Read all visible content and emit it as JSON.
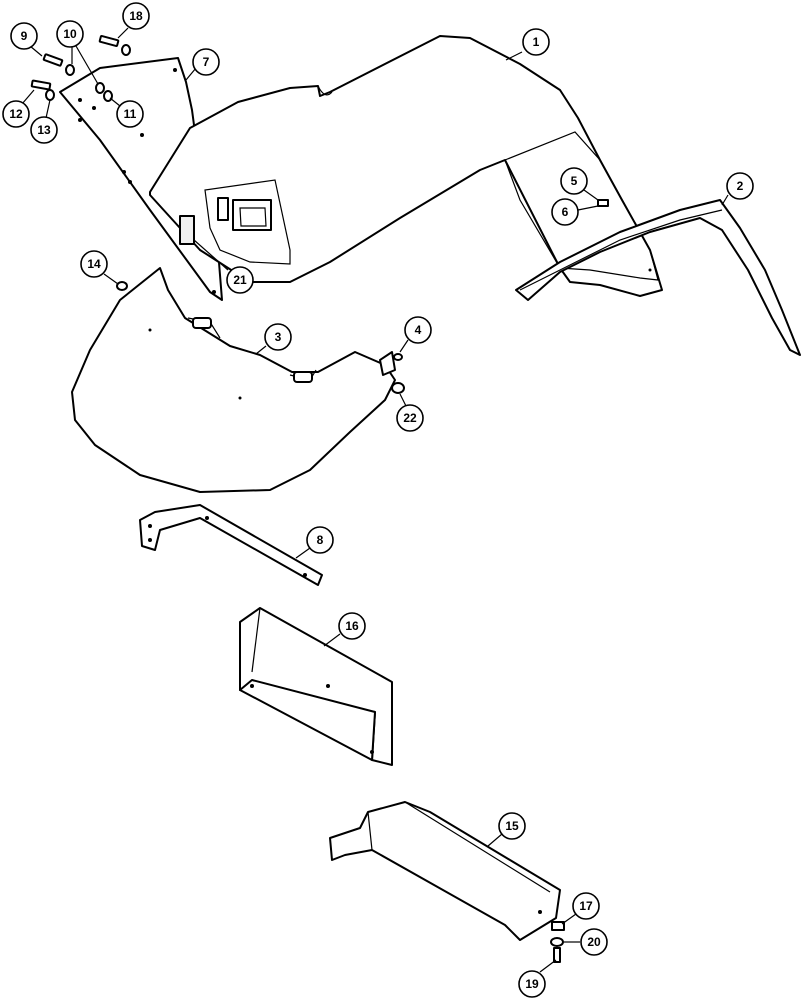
{
  "callouts": [
    {
      "id": "callout-1",
      "label": "1"
    },
    {
      "id": "callout-2",
      "label": "2"
    },
    {
      "id": "callout-3",
      "label": "3"
    },
    {
      "id": "callout-4",
      "label": "4"
    },
    {
      "id": "callout-5",
      "label": "5"
    },
    {
      "id": "callout-6",
      "label": "6"
    },
    {
      "id": "callout-7",
      "label": "7"
    },
    {
      "id": "callout-8",
      "label": "8"
    },
    {
      "id": "callout-9",
      "label": "9"
    },
    {
      "id": "callout-10",
      "label": "10"
    },
    {
      "id": "callout-11",
      "label": "11"
    },
    {
      "id": "callout-12",
      "label": "12"
    },
    {
      "id": "callout-13",
      "label": "13"
    },
    {
      "id": "callout-14",
      "label": "14"
    },
    {
      "id": "callout-15",
      "label": "15"
    },
    {
      "id": "callout-16",
      "label": "16"
    },
    {
      "id": "callout-17",
      "label": "17"
    },
    {
      "id": "callout-18",
      "label": "18"
    },
    {
      "id": "callout-19",
      "label": "19"
    },
    {
      "id": "callout-20",
      "label": "20"
    },
    {
      "id": "callout-21",
      "label": "21"
    },
    {
      "id": "callout-22",
      "label": "22"
    }
  ],
  "colors": {
    "line": "#000000",
    "fill": "#ffffff",
    "shade": "#f0f0f0"
  }
}
